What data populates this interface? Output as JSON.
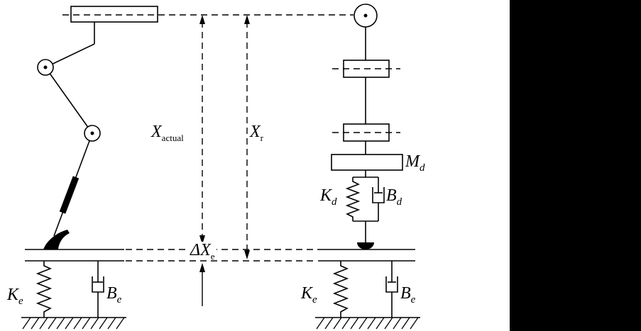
{
  "figure": {
    "background_color": "#ffffff",
    "line_color": "#000000",
    "side_panel_color": "#000000"
  },
  "labels": {
    "x_actual": {
      "main": "X",
      "sub": "actual"
    },
    "x_r": {
      "main": "X",
      "sub": "r"
    },
    "delta_x_e": {
      "main": "ΔX",
      "sub": "e"
    },
    "m_d": {
      "main": "M",
      "sub": "d"
    },
    "k_d": {
      "main": "K",
      "sub": "d"
    },
    "b_d": {
      "main": "B",
      "sub": "d"
    },
    "k_e_left": {
      "main": "K",
      "sub": "e"
    },
    "b_e_left": {
      "main": "B",
      "sub": "e"
    },
    "k_e_right": {
      "main": "K",
      "sub": "e"
    },
    "b_e_right": {
      "main": "B",
      "sub": "e"
    }
  }
}
